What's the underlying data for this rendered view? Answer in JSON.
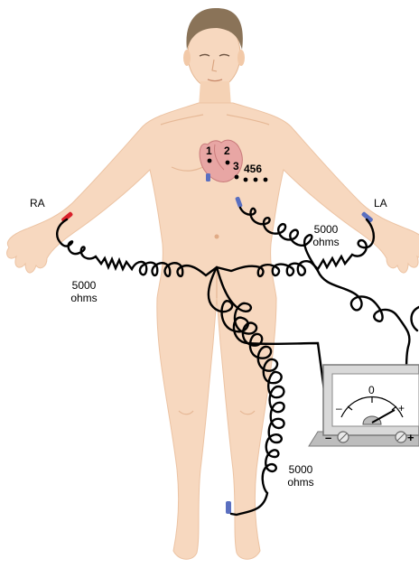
{
  "labels": {
    "right_arm": "RA",
    "left_arm": "LA",
    "resistor_left_value": "5000",
    "resistor_left_unit": "ohms",
    "resistor_right_value": "5000",
    "resistor_right_unit": "ohms",
    "resistor_leg_value": "5000",
    "resistor_leg_unit": "ohms"
  },
  "chest_leads": {
    "lead_1": "1",
    "lead_2": "2",
    "lead_3": "3",
    "leads_4_6": "456"
  },
  "meter": {
    "zero": "0",
    "minus_small": "–",
    "plus_small": "+",
    "minus_terminal": "–",
    "plus_terminal": "+"
  },
  "colors": {
    "skin": "#f7d8bf",
    "skin_shade": "#e9b895",
    "hair": "#8a7358",
    "wire": "#000000",
    "electrode_ra": "#d8202a",
    "electrode_other": "#5a6fc0",
    "heart": "#e8a6a4",
    "meter_body": "#d9d9d9"
  },
  "icons": [
    "heart-icon",
    "galvanometer-icon",
    "electrode-icon"
  ]
}
